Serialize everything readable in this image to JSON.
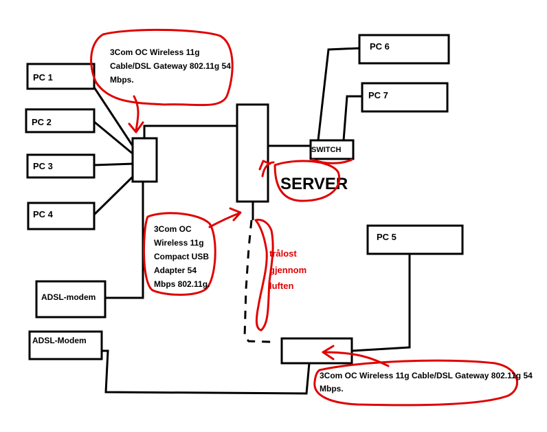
{
  "nodes": {
    "pc1": "PC 1",
    "pc2": "PC 2",
    "pc3": "PC 3",
    "pc4": "PC 4",
    "pc5": "PC 5",
    "pc6": "PC 6",
    "pc7": "PC 7",
    "adsl_modem_1": "ADSL-modem",
    "adsl_modem_2": "ADSL-Modem",
    "switch": "SWITCH",
    "server": "SERVER"
  },
  "annotations": {
    "gateway_top": [
      "3Com OC Wireless 11g",
      "Cable/DSL Gateway 802.11g 54",
      "Mbps."
    ],
    "usb_adapter": [
      "3Com OC",
      "Wireless 11g",
      "Compact USB",
      "Adapter 54",
      "Mbps 802.11g."
    ],
    "wireless": [
      "trålost",
      "gjennom",
      "luften"
    ],
    "gateway_bottom": [
      "3Com OC Wireless 11g Cable/DSL Gateway 802.11g 54",
      "Mbps."
    ]
  },
  "colors": {
    "ink": "#000000",
    "annotation": "#e00000"
  }
}
